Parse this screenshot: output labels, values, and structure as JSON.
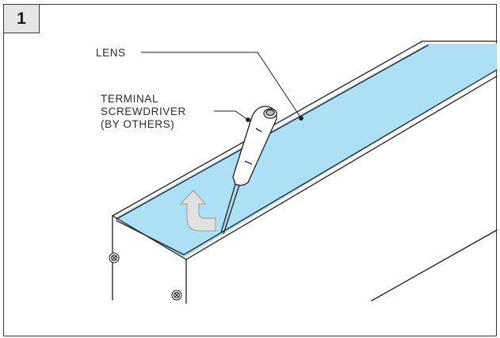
{
  "figure": {
    "step_number": "1",
    "callouts": {
      "lens": "LENS",
      "screwdriver_line1": "TERMINAL",
      "screwdriver_line2": "SCREWDRIVER",
      "screwdriver_line3": "(BY OTHERS)"
    },
    "icons": {
      "lift_arrow": "curved-up-arrow-icon",
      "screw": "screw-head-icon"
    },
    "colors": {
      "lens_fill": "#aee0f5",
      "arrow_fill": "#e1e1e1",
      "line": "#1f1f1f"
    }
  }
}
